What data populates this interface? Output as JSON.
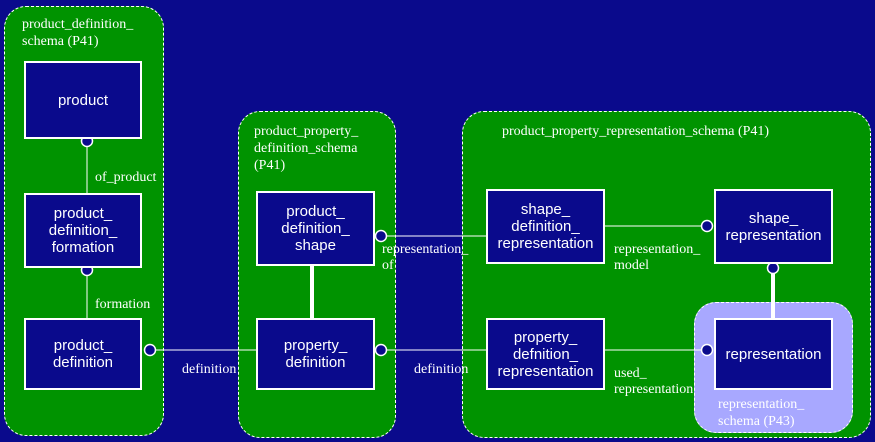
{
  "schemas": {
    "product_definition": "product_definition_\nschema (P41)",
    "product_property_definition": "product_property_\ndefinition_schema\n(P41)",
    "product_property_representation": "product_property_representation_schema (P41)",
    "representation": "representation_\nschema (P43)"
  },
  "entities": {
    "product": "product",
    "product_definition_formation": "product_\ndefinition_\nformation",
    "product_definition": "product_\ndefinition",
    "product_definition_shape": "product_\ndefinition_\nshape",
    "property_definition": "property_\ndefinition",
    "shape_definition_representation": "shape_\ndefinition_\nrepresentation",
    "property_definition_representation": "property_\ndefnition_\nrepresentation",
    "shape_representation": "shape_\nrepresentation",
    "representation": "representation"
  },
  "relations": {
    "of_product": "of_product",
    "formation": "formation",
    "definition_1": "definition",
    "definition_2": "definition",
    "representation_of": "representation_\nof",
    "representation_model": "representation_\nmodel",
    "used_representation": "used_\nrepresentation"
  },
  "colors": {
    "background": "#0a0a8c",
    "schema_fill": "#009300",
    "representation_schema_fill": "#a8a8ff",
    "entity_fill": "#0a0a8c",
    "line": "#ffffff"
  }
}
